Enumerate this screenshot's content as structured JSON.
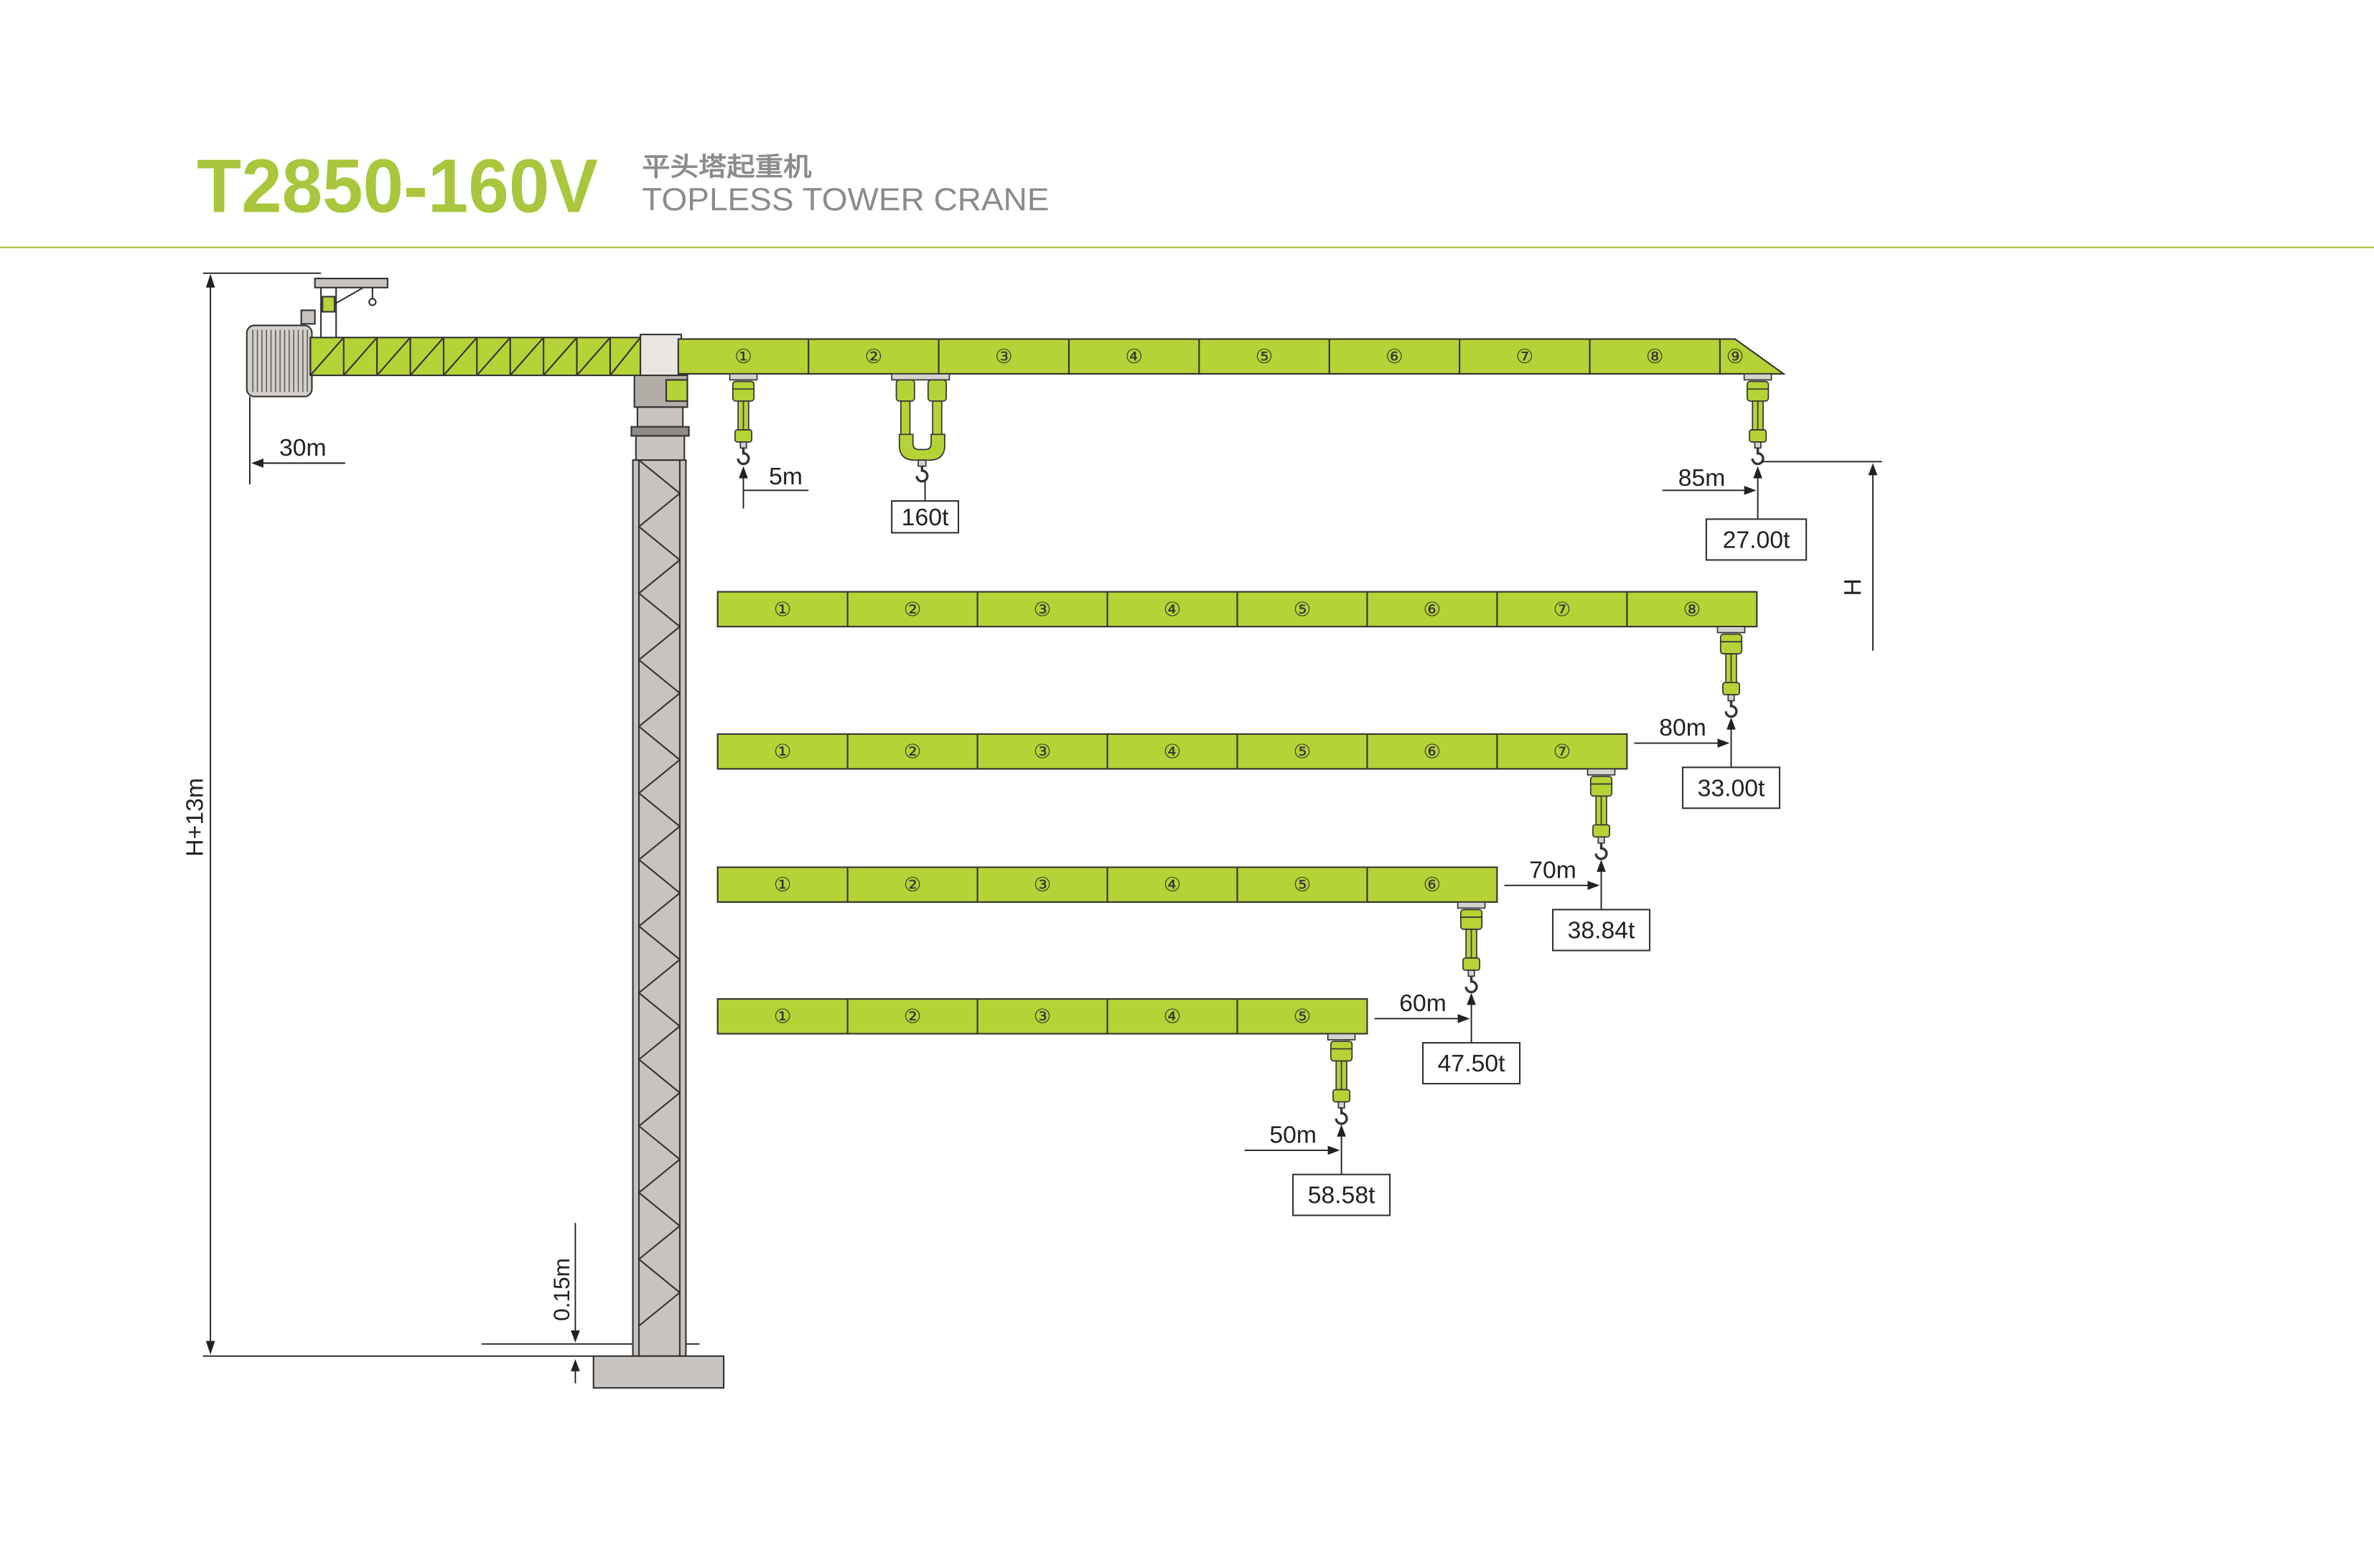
{
  "header": {
    "model": "T2850-160V",
    "name_cn": "平头塔起重机",
    "name_en": "TOPLESS TOWER CRANE"
  },
  "colors": {
    "brand_green": "#a9c63c",
    "jib_green": "#b5d236",
    "steel_gray": "#c8c3be",
    "subtitle_gray": "#8b8b8b"
  },
  "main_jib": {
    "sections": [
      "①",
      "②",
      "③",
      "④",
      "⑤",
      "⑥",
      "⑦",
      "⑧",
      "⑨"
    ],
    "counter_jib_length": "30m",
    "min_radius": "5m",
    "max_load": "160t",
    "max_radius": "85m",
    "tip_load": "27.00t"
  },
  "jib_configurations": [
    {
      "sections": [
        "①",
        "②",
        "③",
        "④",
        "⑤",
        "⑥",
        "⑦",
        "⑧"
      ],
      "radius": "80m",
      "tip_load": "33.00t"
    },
    {
      "sections": [
        "①",
        "②",
        "③",
        "④",
        "⑤",
        "⑥",
        "⑦"
      ],
      "radius": "70m",
      "tip_load": "38.84t"
    },
    {
      "sections": [
        "①",
        "②",
        "③",
        "④",
        "⑤",
        "⑥"
      ],
      "radius": "60m",
      "tip_load": "47.50t"
    },
    {
      "sections": [
        "①",
        "②",
        "③",
        "④",
        "⑤"
      ],
      "radius": "50m",
      "tip_load": "58.58t"
    }
  ],
  "dimensions": {
    "height_under_hook": "H",
    "overall_height": "H+13m",
    "foundation_offset": "0.15m"
  }
}
